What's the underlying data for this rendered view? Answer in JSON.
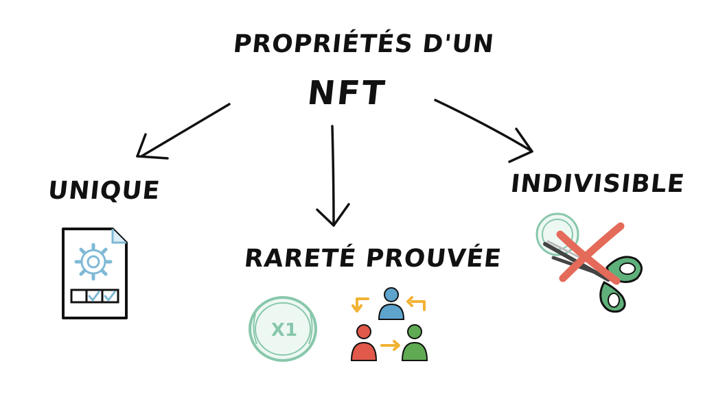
{
  "diagram": {
    "title_line1": "PROPRIÉTÉS D'UN",
    "title_line2": "NFT",
    "branches": [
      {
        "label": "UNIQUE",
        "icon": "document-gear-checkbox-icon"
      },
      {
        "label": "RARETÉ PROUVÉE",
        "icons": [
          "coin-x1-icon",
          "people-exchange-icon"
        ],
        "coin_text": "X1"
      },
      {
        "label": "INDIVISIBLE",
        "icon": "scissors-crossed-coin-icon"
      }
    ]
  },
  "colors": {
    "ink": "#111111",
    "gear_blue": "#7fb9d6",
    "coin_green": "#88c7ab",
    "scissors_green": "#5fb07a",
    "cross_red": "#e46a5a",
    "arrow_yellow": "#f2b233",
    "person_blue": "#5ea4cd",
    "person_red": "#e1594a",
    "person_green": "#5faa52"
  }
}
